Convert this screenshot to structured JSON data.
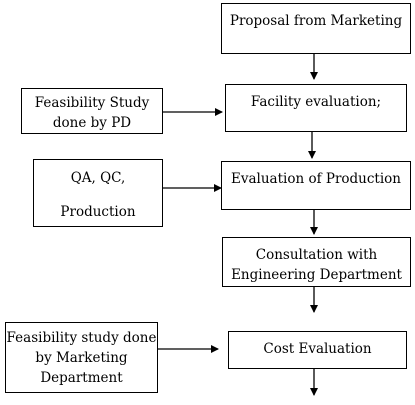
{
  "diagram": {
    "process_steps": [
      {
        "id": "proposal",
        "lines": [
          "Proposal from Marketing"
        ]
      },
      {
        "id": "facility",
        "lines": [
          "Facility evaluation;"
        ]
      },
      {
        "id": "production-eval",
        "lines": [
          "Evaluation of Production"
        ]
      },
      {
        "id": "consultation",
        "lines": [
          "Consultation with",
          "Engineering Department"
        ]
      },
      {
        "id": "cost",
        "lines": [
          "Cost Evaluation"
        ]
      }
    ],
    "inputs": [
      {
        "id": "feasibility-pd",
        "lines": [
          "Feasibility Study",
          "done by PD"
        ],
        "target": "facility"
      },
      {
        "id": "qa-qc",
        "lines": [
          "QA, QC,",
          "Production"
        ],
        "target": "production-eval"
      },
      {
        "id": "feasibility-marketing",
        "lines": [
          "Feasibility study done",
          "by Marketing",
          "Department"
        ],
        "target": "cost"
      }
    ],
    "colors": {
      "stroke": "#000000",
      "fill": "#ffffff",
      "text": "#000000"
    }
  }
}
